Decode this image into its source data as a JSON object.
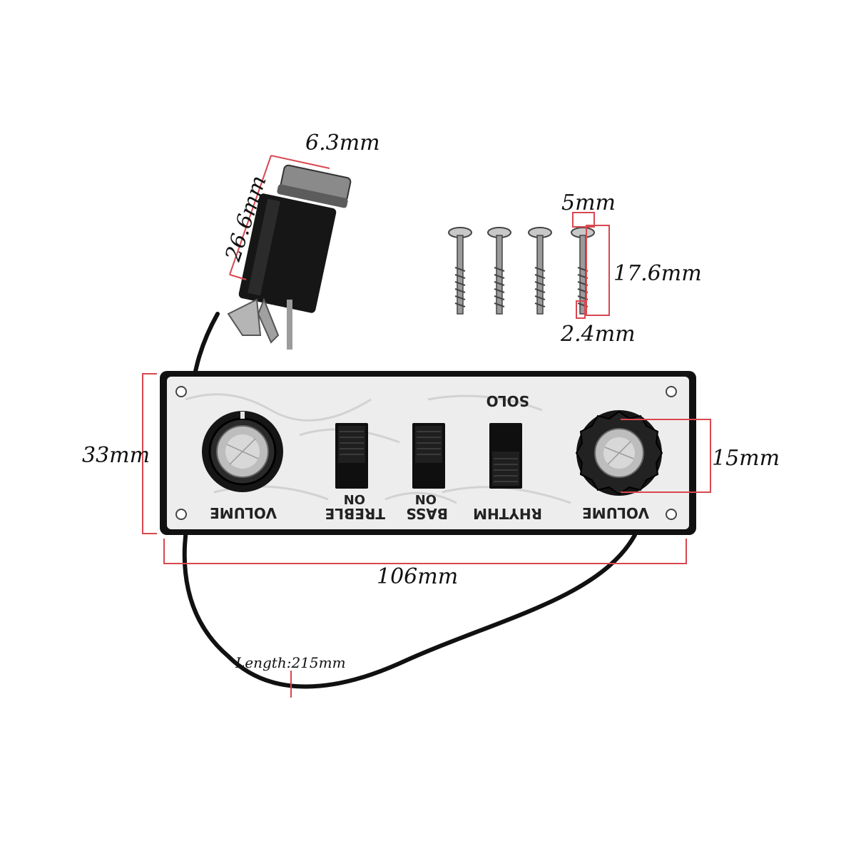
{
  "colors": {
    "dimension_line": "#d9474f",
    "plate_fill": "#ededed",
    "plate_border": "#111111",
    "knob_cap": "#bdbdbd",
    "cable": "#111111"
  },
  "dimensions": {
    "jack_diameter": "6.3mm",
    "jack_length": "26.6mm",
    "screw_head": "5mm",
    "screw_length": "17.6mm",
    "screw_shank": "2.4mm",
    "plate_height": "33mm",
    "knob_diameter": "15mm",
    "plate_width": "106mm",
    "cable_length": "Length:215mm"
  },
  "panel": {
    "solo_label": "SOLO",
    "knob_left_label": "VOLUME",
    "knob_right_label": "VOLUME",
    "switches": [
      {
        "label": "TREBLE",
        "state": "ON"
      },
      {
        "label": "BASS",
        "state": "ON"
      },
      {
        "label": "RHYTHM",
        "state": ""
      }
    ]
  }
}
